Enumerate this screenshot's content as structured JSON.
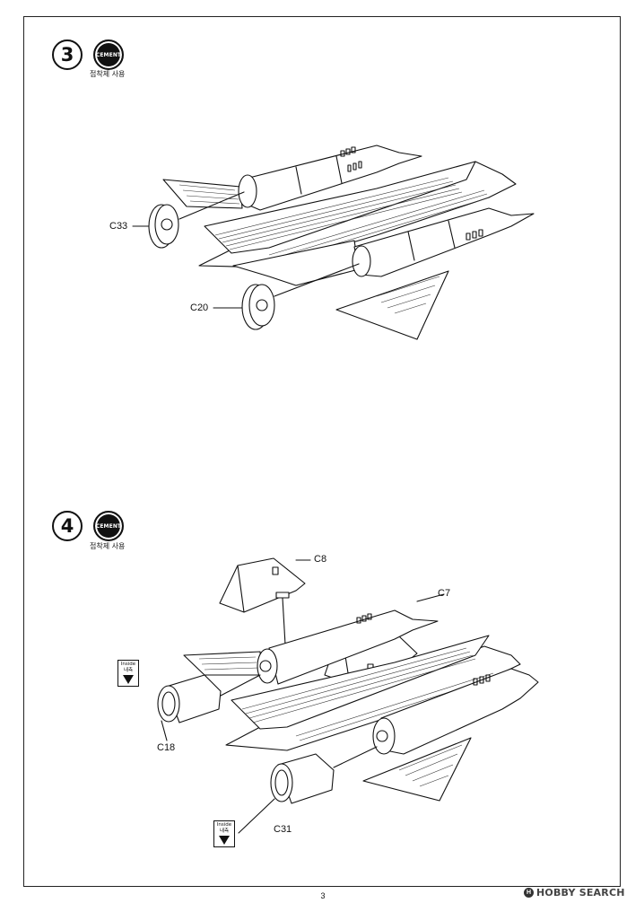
{
  "steps": [
    {
      "number": "3",
      "cement_badge": "CEMENT",
      "cement_caption": "접착제 사용",
      "parts": [
        "C33",
        "C20"
      ]
    },
    {
      "number": "4",
      "cement_badge": "CEMENT",
      "cement_caption": "접착제 사용",
      "parts": [
        "C8",
        "C7",
        "C18",
        "C31"
      ],
      "notes": [
        {
          "line1": "Inside",
          "line2": "내측"
        },
        {
          "line1": "Inside",
          "line2": "내측"
        }
      ]
    }
  ],
  "icons": {
    "cement": "cement-icon",
    "paint_marker": "paint-triangle-icon",
    "watermark_logo": "hobby-search-logo-icon"
  },
  "footer": {
    "page_number": "3",
    "watermark_text": "HOBBY SEARCH",
    "watermark_logo_letter": "H"
  }
}
